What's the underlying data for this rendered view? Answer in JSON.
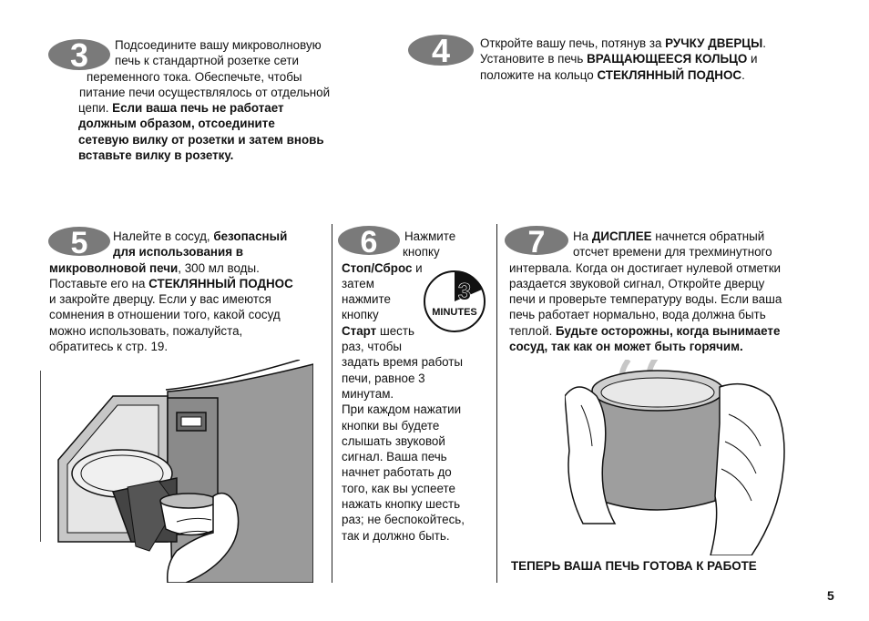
{
  "colors": {
    "badge": "#7a7a7a",
    "ink": "#111111",
    "panel": "#8a8a8a"
  },
  "steps": [
    {
      "number": "3",
      "lines": [
        "Подсоедините вашу микроволновую",
        "печь к стандартной розетке сети",
        "переменного тока. Обеспечьте, чтобы",
        "питание печи осуществлялось от отдельной",
        "цепи."
      ],
      "bold_1": "Если ваша печь не работает",
      "bold_lines": [
        "должным образом, отсоедините",
        "сетевую вилку от розетки и затем вновь",
        "вставьте вилку в розетку."
      ]
    },
    {
      "number": "4",
      "l1_a": "Откройте вашу печь, потянув за ",
      "l1_b": "РУЧКУ ДВЕРЦЫ",
      "l1_c": ".",
      "l2_a": "Установите в печь ",
      "l2_b": "ВРАЩАЮЩЕЕСЯ КОЛЬЦО",
      "l2_c": " и",
      "l3_a": "положите на кольцо ",
      "l3_b": "СТЕКЛЯННЫЙ ПОДНОС",
      "l3_c": "."
    },
    {
      "number": "5",
      "l1_a": "Налейте в сосуд, ",
      "l1_b": "безопасный",
      "l2_b": "для использования в",
      "l3_b": "микроволновой печи",
      "l3_c": ", 300 мл воды.",
      "l4_a": "Поставьте его на ",
      "l4_b": "СТЕКЛЯННЫЙ ПОДНОС",
      "lines": [
        "и закройте дверцу. Если у вас имеются",
        "сомнения в отношении того, какой сосуд",
        "можно использовать, пожалуйста,",
        "обратитесь к стр. 19."
      ]
    },
    {
      "number": "6",
      "l1": "Нажмите",
      "l2": "кнопку",
      "l3_b": "Стоп/Сброс",
      "l3_c": " и",
      "l4": "затем",
      "l5": "нажмите",
      "l6": "кнопку",
      "l7_b": "Старт",
      "l7_c": " шесть",
      "lines": [
        "раз, чтобы",
        "задать время работы",
        "печи, равное 3",
        "минутам.",
        "При каждом нажатии",
        "кнопки вы будете",
        "слышать звуковой",
        "сигнал. Ваша печь",
        "начнет работать до",
        "того, как вы успеете",
        "нажать кнопку шесть",
        "раз; не беспокойтесь,",
        "так и должно быть."
      ],
      "timer_number": "3",
      "timer_label": "MINUTES"
    },
    {
      "number": "7",
      "l1_a": "На ",
      "l1_b": "ДИСПЛЕЕ",
      "l1_c": " начнется обратный",
      "lines": [
        "отсчет времени для трехминутного",
        "интервала. Когда он достигает нулевой отметки",
        "раздается звуковой сигнал, Откройте дверцу",
        "печи и проверьте температуру воды. Если ваша",
        "печь работает нормально, вода должна быть"
      ],
      "l7_a": "теплой. ",
      "l7_b": "Будьте осторожны, когда вынимаете",
      "l8_b": "сосуд, так как он может быть горячим."
    }
  ],
  "final_message": "ТЕПЕРЬ ВАША ПЕЧЬ ГОТОВА К РАБОТЕ",
  "page_number": "5"
}
